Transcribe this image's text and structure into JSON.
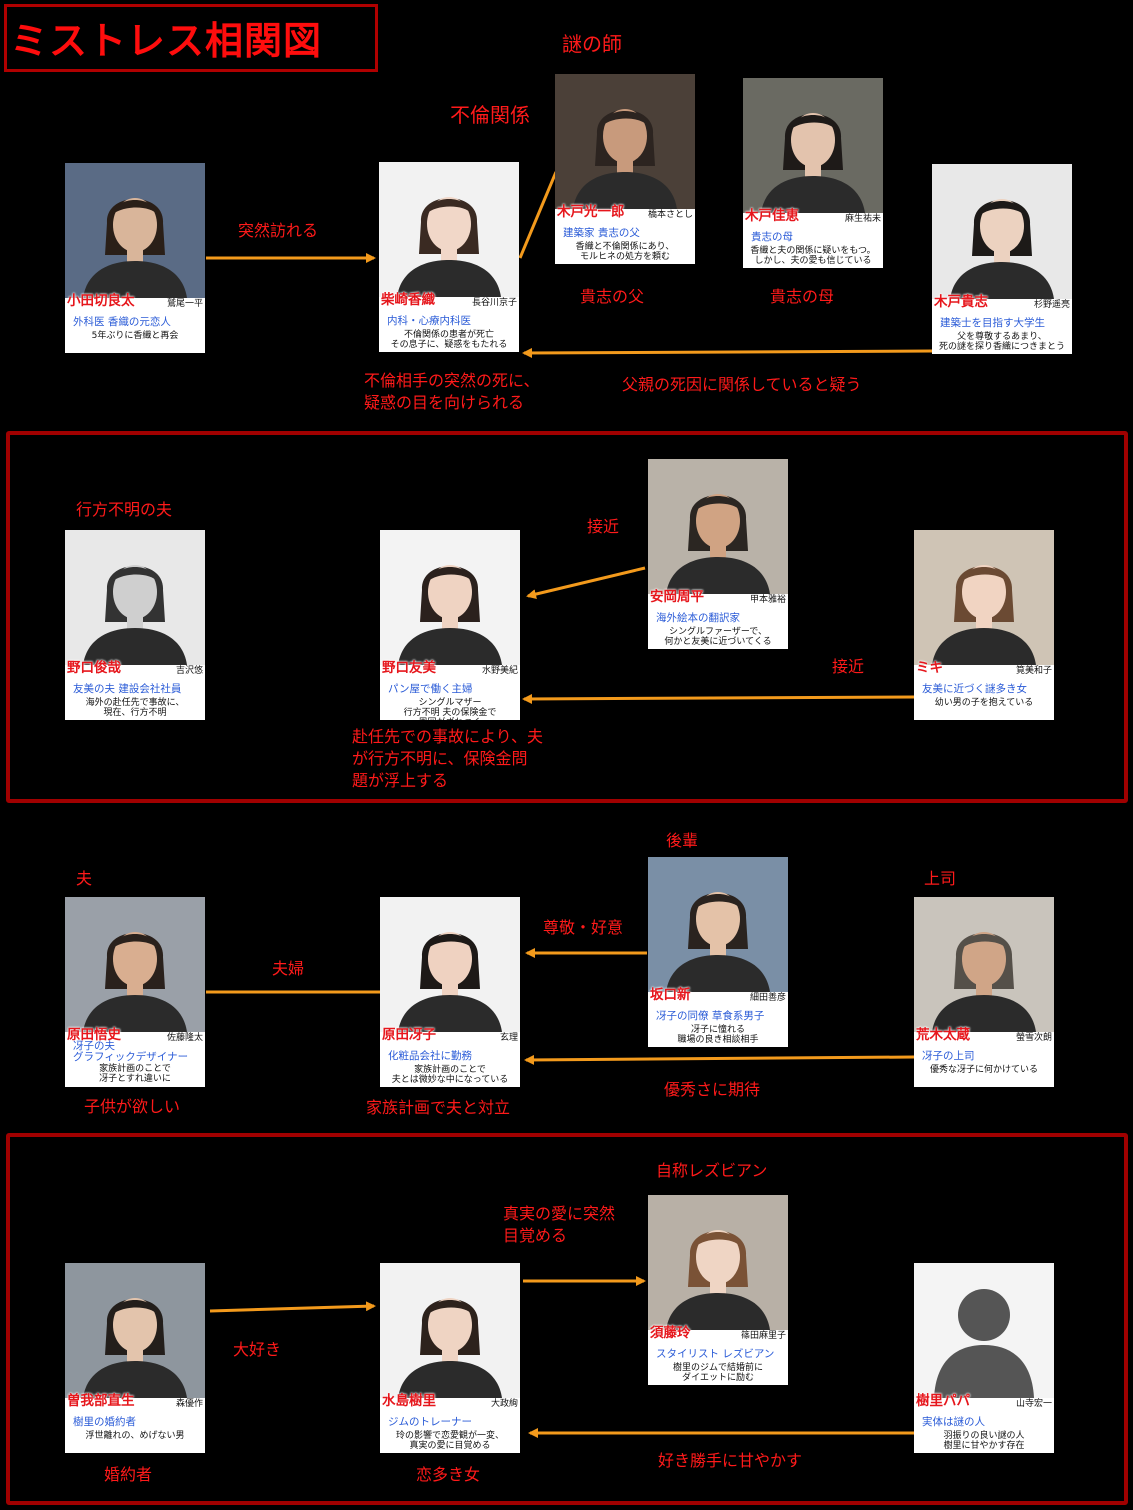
{
  "title": "ミストレス相関図",
  "cards": [
    {
      "id": "odagiri",
      "name": "小田切良太",
      "actor": "鷲尾一平",
      "role": "外科医 香織の元恋人",
      "desc": "5年ぶりに香織と再会",
      "skin": "#d9b59a",
      "bg": "#5a6b85",
      "hair": "#2a1f18"
    },
    {
      "id": "kaori",
      "name": "柴崎香織",
      "actor": "長谷川京子",
      "role": "内科・心療内科医",
      "desc": "不倫関係の患者が死亡\nその息子に、疑惑をもたれる",
      "skin": "#f1d7c8",
      "bg": "#f2f2f2",
      "hair": "#3a2a22"
    },
    {
      "id": "koichiro",
      "name": "木戸光一郎",
      "actor": "橋本さとし",
      "role": "建築家 貴志の父",
      "desc": "香織と不倫関係にあり、\nモルヒネの処方を頼む",
      "skin": "#c89a7c",
      "bg": "#4b4038",
      "hair": "#2c2420"
    },
    {
      "id": "yoshie",
      "name": "木戸佳恵",
      "actor": "麻生祐未",
      "role": "貴志の母",
      "desc": "香織と夫の関係に疑いをもつ。\nしかし、夫の愛も信じている",
      "skin": "#e3c3ad",
      "bg": "#6a6a62",
      "hair": "#1e1a18"
    },
    {
      "id": "takashi",
      "name": "木戸貴志",
      "actor": "杉野遥亮",
      "role": "建築士を目指す大学生",
      "desc": "父を尊敬するあまり、\n死の謎を探り香織につきまとう",
      "skin": "#ecd2c0",
      "bg": "#e8e8e8",
      "hair": "#1d1a18"
    },
    {
      "id": "shunsuke",
      "name": "野口俊哉",
      "actor": "吉沢悠",
      "role": "友美の夫 建設会社社員",
      "desc": "海外の赴任先で事故に、\n現在、行方不明",
      "skin": "#cfcfcf",
      "bg": "#e8e8e8",
      "hair": "#333333"
    },
    {
      "id": "tomomi",
      "name": "野口友美",
      "actor": "水野美紀",
      "role": "パン屋で働く主婦",
      "desc": "シングルマザー\n行方不明 夫の保険金で\n周囲がざわつく",
      "skin": "#efd3c2",
      "bg": "#f3f3f3",
      "hair": "#2b211d"
    },
    {
      "id": "yasuoka",
      "name": "安岡周平",
      "actor": "甲本雅裕",
      "role": "海外絵本の翻訳家",
      "desc": "シングルファーザーで、\n何かと友美に近づいてくる",
      "skin": "#d0a383",
      "bg": "#b9b2a8",
      "hair": "#2b2622"
    },
    {
      "id": "miki",
      "name": "ミキ",
      "actor": "筧美和子",
      "role": "友美に近づく謎多き女",
      "desc": "幼い男の子を抱えている",
      "skin": "#f1d4c2",
      "bg": "#cfc4b5",
      "hair": "#6b4a33"
    },
    {
      "id": "harada",
      "name": "原田悟史",
      "actor": "佐藤隆太",
      "role": "冴子の夫\nグラフィックデザイナー",
      "desc": "家族計画のことで\n冴子とすれ違いに",
      "skin": "#d9ae90",
      "bg": "#9aa0a8",
      "hair": "#2a211c"
    },
    {
      "id": "saeko",
      "name": "原田冴子",
      "actor": "玄理",
      "role": "化粧品会社に勤務",
      "desc": "家族計画のことで\n夫とは微妙な中になっている",
      "skin": "#efd2c1",
      "bg": "#f2f2f2",
      "hair": "#1d1917"
    },
    {
      "id": "sakaguchi",
      "name": "坂口新",
      "actor": "細田善彦",
      "role": "冴子の同僚 草食系男子",
      "desc": "冴子に憧れる\n職場の良き相談相手",
      "skin": "#e4c2a8",
      "bg": "#7a8fa6",
      "hair": "#2a231f"
    },
    {
      "id": "araki",
      "name": "荒木太蔵",
      "actor": "螢雪次朗",
      "role": "冴子の上司",
      "desc": "優秀な冴子に何かけている",
      "skin": "#d0a587",
      "bg": "#c9c4bc",
      "hair": "#555049"
    },
    {
      "id": "sogabe",
      "name": "曽我部直生",
      "actor": "森優作",
      "role": "樹里の婚約者",
      "desc": "浮世離れの、めげない男",
      "skin": "#e3c4ac",
      "bg": "#8e969e",
      "hair": "#231e1b"
    },
    {
      "id": "juri",
      "name": "水島樹里",
      "actor": "大政絢",
      "role": "ジムのトレーナー",
      "desc": "玲の影響で恋愛観が一変、\n真実の愛に目覚める",
      "skin": "#efd4c3",
      "bg": "#f2f2f2",
      "hair": "#2d221c"
    },
    {
      "id": "rei",
      "name": "須藤玲",
      "actor": "篠田麻里子",
      "role": "スタイリスト レズビアン",
      "desc": "樹里のジムで結婚前に\nダイエットに励む",
      "skin": "#efd5c4",
      "bg": "#b8b0a6",
      "hair": "#7a5236"
    },
    {
      "id": "papa",
      "name": "樹里パパ",
      "actor": "山寺宏一",
      "role": "実体は謎の人",
      "desc": "羽振りの良い謎の人\n樹里に甘やかす存在",
      "skin": "#555555",
      "bg": "#f4f4f4",
      "hair": "#555555",
      "silhouette": true
    }
  ],
  "labels": {
    "nazo_no_shi": "謎の師",
    "furin": "不倫関係",
    "totsuzen": "突然訪れる",
    "takashi_father": "貴志の父",
    "takashi_mother": "貴志の母",
    "furin_death": "不倫相手の突然の死に、\n疑惑の目を向けられる",
    "father_death": "父親の死因に関係していると疑う",
    "missing_husband": "行方不明の夫",
    "sekkin1": "接近",
    "sekkin2": "接近",
    "accident": "赴任先での事故により、夫\nが行方不明に、保険金問\n題が浮上する",
    "kohai": "後輩",
    "otto": "夫",
    "joshi": "上司",
    "sonkei": "尊敬・好意",
    "fufu": "夫婦",
    "kodomo": "子供が欲しい",
    "kazoku": "家族計画で夫と対立",
    "yushu": "優秀さに期待",
    "lesbian": "自称レズビアン",
    "shinjitsu": "真実の愛に突然\n目覚める",
    "daisuki": "大好き",
    "konyakusha": "婚約者",
    "koioi": "恋多き女",
    "amayakasu": "好き勝手に甘やかす"
  }
}
